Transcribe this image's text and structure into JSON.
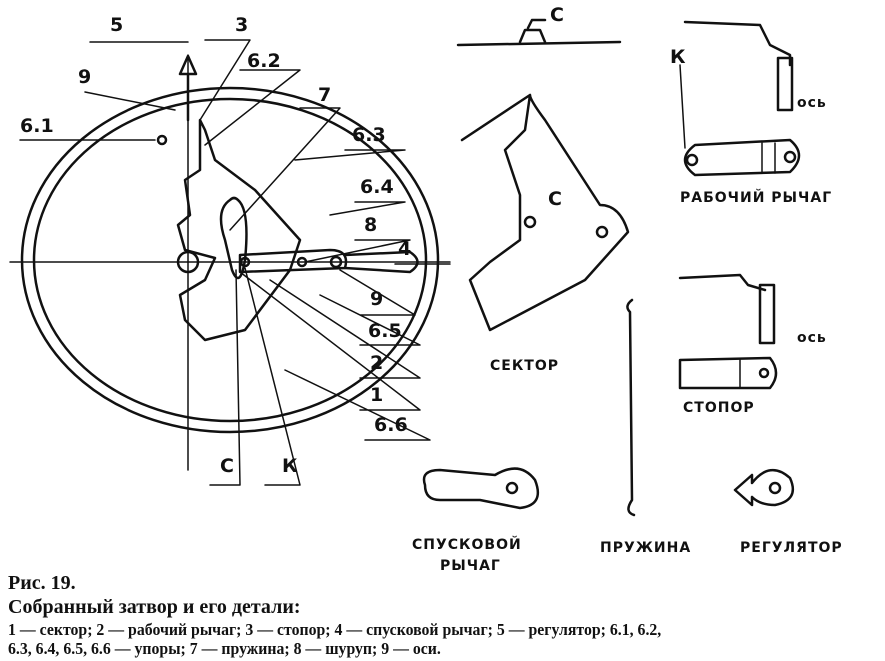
{
  "assembly_labels": {
    "l5": "5",
    "l3": "3",
    "l9a": "9",
    "l62": "6.2",
    "l7": "7",
    "l61": "6.1",
    "l63": "6.3",
    "l64": "6.4",
    "l8": "8",
    "l4": "4",
    "l9b": "9",
    "l65": "6.5",
    "l2": "2",
    "l1": "1",
    "l66": "6.6",
    "lC": "С",
    "lK": "К"
  },
  "parts": {
    "top_c": "С",
    "lever_k": "К",
    "axis1": "ось",
    "working_lever": "РАБОЧИЙ РЫЧАГ",
    "sector_c": "С",
    "sector": "СЕКТОР",
    "axis2": "ось",
    "stopper": "СТОПОР",
    "trigger_lever_1": "СПУСКОВОЙ",
    "trigger_lever_2": "РЫЧАГ",
    "spring": "ПРУЖИНА",
    "regulator": "РЕГУЛЯТОР"
  },
  "caption": {
    "figure": "Рис. 19.",
    "title": "Собранный затвор и его детали:",
    "line1": "1 — сектор; 2 — рабочий рычаг; 3 — стопор; 4 — спусковой рычаг; 5 — регулятор; 6.1, 6.2,",
    "line2": "6.3, 6.4, 6.5, 6.6 — упоры; 7 — пружина; 8 — шуруп; 9 — оси."
  }
}
